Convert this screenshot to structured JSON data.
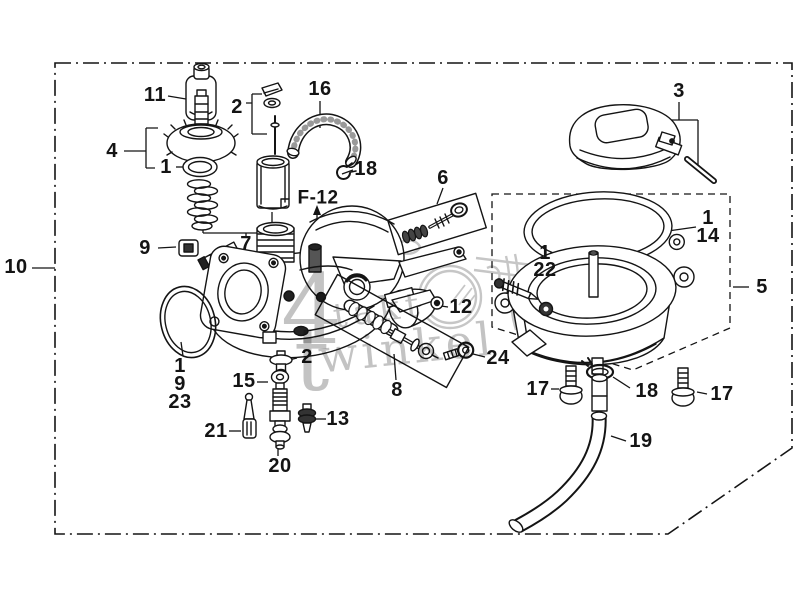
{
  "callouts": {
    "c10": "10",
    "c11": "11",
    "c4": "4",
    "c1_cap": "1",
    "c2_needle": "2",
    "c16": "16",
    "c18_clip": "18",
    "f12": "F-12",
    "c3": "3",
    "c6": "6",
    "c7": "7",
    "c9_nut": "9",
    "c1_gasket": "1",
    "c14": "14",
    "c1_valve": "1",
    "c22": "22",
    "c5": "5",
    "c12": "12",
    "c24": "24",
    "c8": "8",
    "c2_screw": "2",
    "c15": "15",
    "c13": "13",
    "c21": "21",
    "c20": "20",
    "c1_oring": "1",
    "c9_oring": "9",
    "c23": "23",
    "c17_left": "17",
    "c18_clamp": "18",
    "c17_right": "17",
    "c19": "19"
  },
  "watermark": {
    "numeral": "4",
    "glyph": "t",
    "word_small": "takt",
    "word_large": "winkel"
  },
  "colors": {
    "line": "#141414",
    "background": "#ffffff",
    "watermark": "#b4b4b4"
  }
}
